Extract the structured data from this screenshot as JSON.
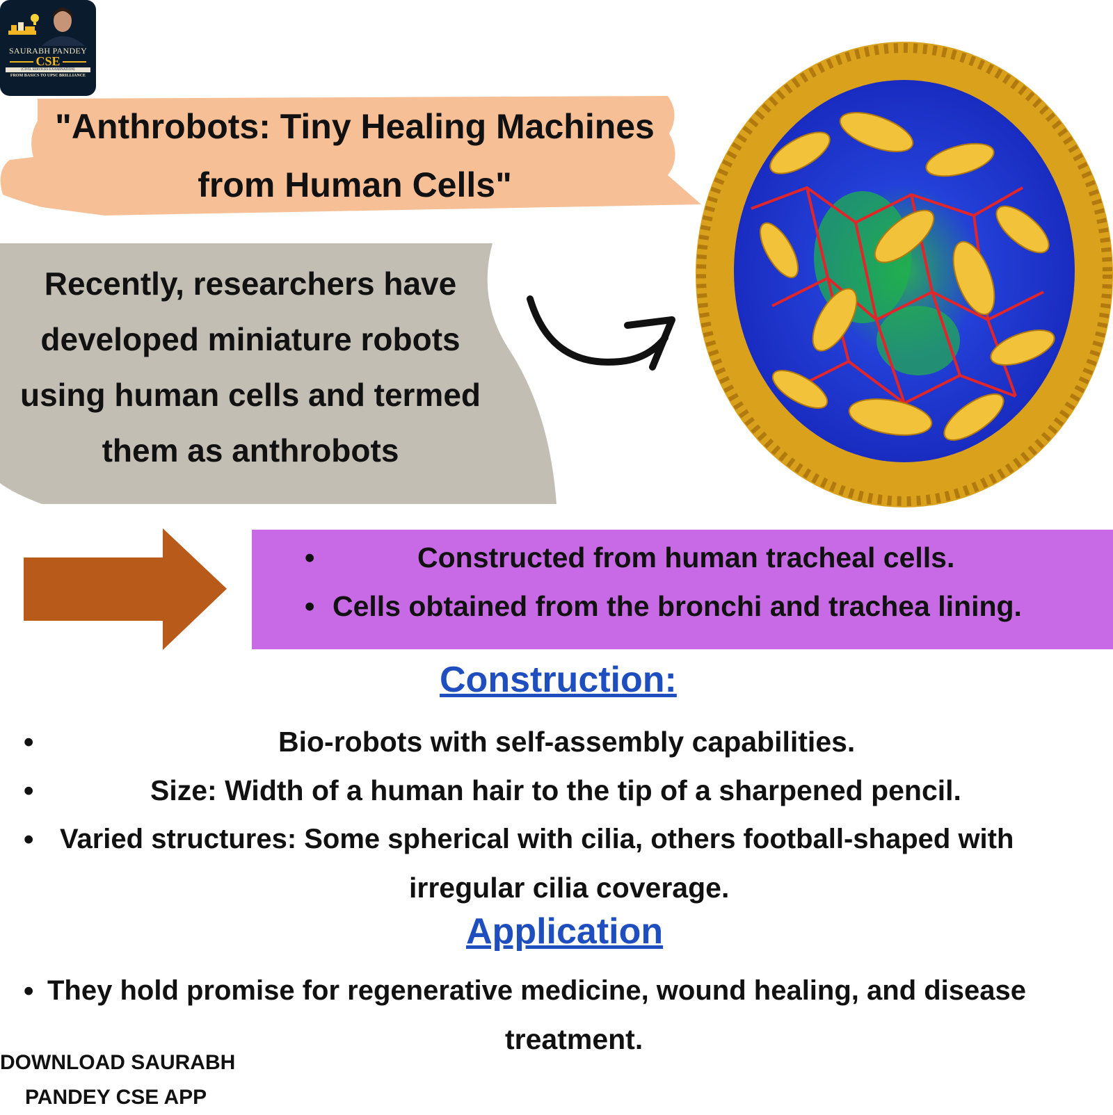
{
  "logo": {
    "name": "SAURABH PANDEY",
    "cse": "CSE",
    "sub": "(CIVIL SERVICES EXAMINATION)",
    "tagline": "FROM BASICS TO UPSC BRILLIANCE"
  },
  "title": {
    "line1": "\"Anthrobots: Tiny Healing Machines",
    "line2": "from Human Cells\""
  },
  "intro": {
    "line1": "Recently, researchers have",
    "line2": "developed miniature robots",
    "line3": "using human cells and termed",
    "line4": "them as anthrobots"
  },
  "origin": {
    "items": [
      "Constructed from human tracheal cells.",
      "Cells obtained from the bronchi and trachea lining."
    ]
  },
  "construction": {
    "heading": "Construction:",
    "items": [
      "Bio-robots with self-assembly capabilities.",
      "Size: Width of a human hair to the tip of a sharpened pencil."
    ],
    "item3_line1": "Varied structures: Some spherical with cilia, others football-shaped with",
    "item3_line2": "irregular cilia coverage."
  },
  "application": {
    "heading": "Application",
    "item_line1": "They hold promise for regenerative medicine, wound healing, and disease",
    "item_line2": "treatment."
  },
  "footer": {
    "line1": "DOWNLOAD SAURABH",
    "line2": "PANDEY CSE  APP"
  },
  "colors": {
    "title_banner": "#f6bf96",
    "intro_shape": "#c3beb4",
    "purple_box": "#c86ae6",
    "block_arrow": "#b85a1a",
    "heading_blue": "#1f4fbf",
    "bot_gold": "#e0a81e",
    "bot_blue": "#2437d6",
    "bot_red": "#e0262a",
    "bot_green": "#22b24a"
  }
}
